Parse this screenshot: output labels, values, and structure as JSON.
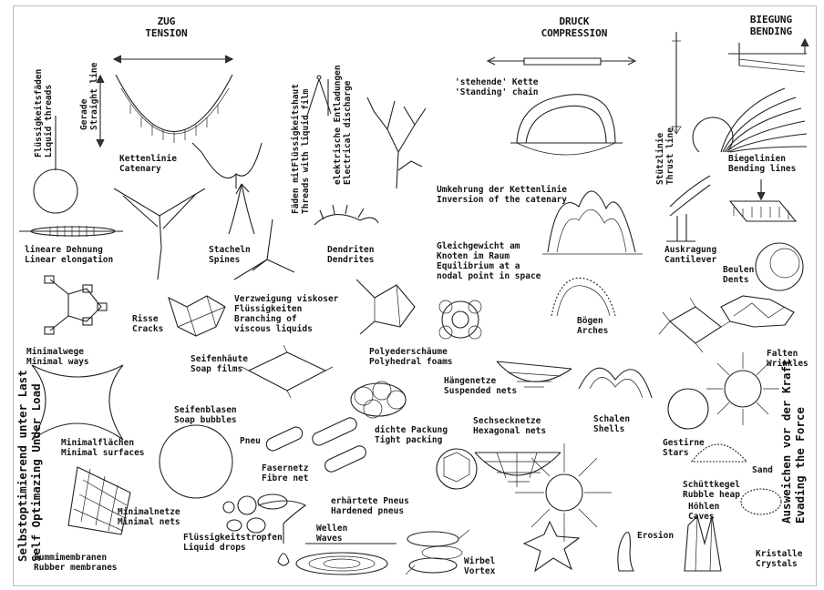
{
  "headers": {
    "tension": [
      "ZUG",
      "TENSION"
    ],
    "compression": [
      "DRUCK",
      "COMPRESSION"
    ],
    "bending": [
      "BIEGUNG",
      "BENDING"
    ]
  },
  "side_left": [
    "Selbstoptimierend unter Last",
    "Self Optimazing Under Load"
  ],
  "side_right": [
    "Ausweichen vor der Kraft",
    "Evading the Force"
  ],
  "labels": {
    "liquid_threads": [
      "Flüssigkeitsfäden",
      "Liquid threads"
    ],
    "straight_line": [
      "Gerade",
      "Straight line"
    ],
    "catenary": [
      "Kettenlinie",
      "Catenary"
    ],
    "threads_liquid_film": [
      "Fäden mitFlüssigkeitshaut",
      "Threads with liquid film"
    ],
    "electrical_discharge": [
      "elektrische Entladungen",
      "Electrical discharge"
    ],
    "standing_chain": [
      "'stehende' Kette",
      "'Standing' chain"
    ],
    "thrust_line": [
      "Stützlinie",
      "Thrust line"
    ],
    "bending_lines": [
      "Biegelinien",
      "Bending lines"
    ],
    "inversion": [
      "Umkehrung der Kettenlinie",
      "Inversion of the catenary"
    ],
    "linear_elongation": [
      "lineare Dehnung",
      "Linear elongation"
    ],
    "spines": [
      "Stacheln",
      "Spines"
    ],
    "dendrites": [
      "Dendriten",
      "Dendrites"
    ],
    "equilibrium": [
      "Gleichgewicht am",
      "Knoten im Raum",
      "Equilibrium at a",
      "nodal point in space"
    ],
    "cantilever": [
      "Auskragung",
      "Cantilever"
    ],
    "dents": [
      "Beulen",
      "Dents"
    ],
    "cracks": [
      "Risse",
      "Cracks"
    ],
    "branching": [
      "Verzweigung viskoser",
      "Flüssigkeiten",
      "Branching of",
      "viscous liquids"
    ],
    "arches": [
      "Bögen",
      "Arches"
    ],
    "minimal_ways": [
      "Minimalwege",
      "Minimal ways"
    ],
    "soap_films": [
      "Seifenhäute",
      "Soap films"
    ],
    "polyhedral_foams": [
      "Polyederschäume",
      "Polyhedral foams"
    ],
    "suspended_nets": [
      "Hängenetze",
      "Suspended nets"
    ],
    "wrinkles": [
      "Falten",
      "Wrinkles"
    ],
    "soap_bubbles": [
      "Seifenblasen",
      "Soap bubbles"
    ],
    "minimal_surfaces": [
      "Minimalflächen",
      "Minimal surfaces"
    ],
    "pneu": [
      "Pneu"
    ],
    "fibre_net": [
      "Fasernetz",
      "Fibre net"
    ],
    "tight_packing": [
      "dichte Packung",
      "Tight packing"
    ],
    "hexagonal_nets": [
      "Sechsecknetze",
      "Hexagonal nets"
    ],
    "shells": [
      "Schalen",
      "Shells"
    ],
    "stars": [
      "Gestirne",
      "Stars"
    ],
    "sand": [
      "Sand"
    ],
    "rubble_heap": [
      "Schüttkegel",
      "Rubble heap"
    ],
    "caves": [
      "Höhlen",
      "Caves"
    ],
    "minimal_nets": [
      "Minimalnetze",
      "Minimal nets"
    ],
    "hardened_pneus": [
      "erhärtete Pneus",
      "Hardened pneus"
    ],
    "liquid_drops": [
      "Flüssigkeitstropfen",
      "Liquid drops"
    ],
    "waves": [
      "Wellen",
      "Waves"
    ],
    "vortex": [
      "Wirbel",
      "Vortex"
    ],
    "erosion": [
      "Erosion"
    ],
    "crystals": [
      "Kristalle",
      "Crystals"
    ],
    "rubber_membranes": [
      "Gummimembranen",
      "Rubber membranes"
    ]
  }
}
